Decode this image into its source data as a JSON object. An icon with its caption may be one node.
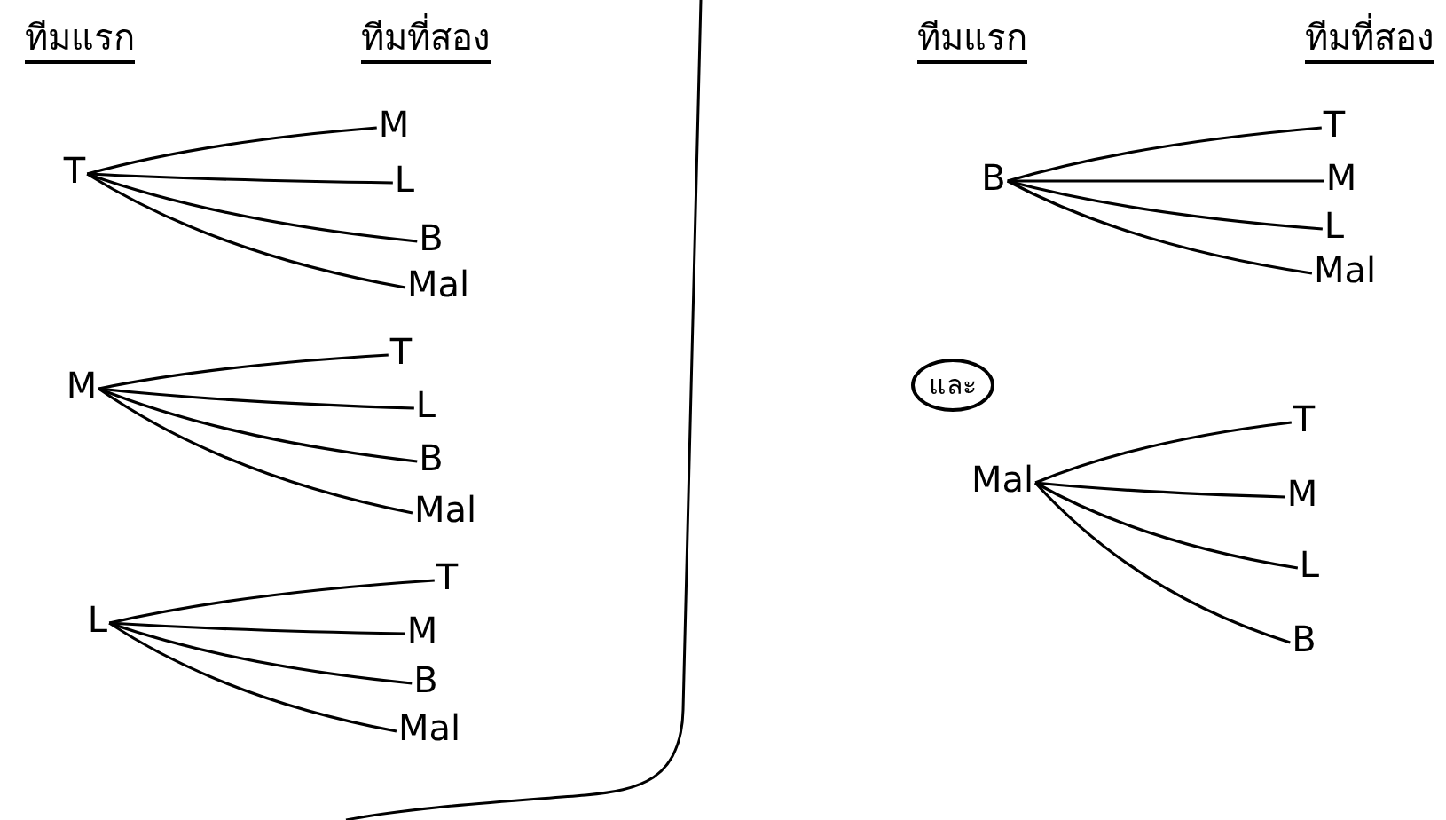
{
  "diagram": {
    "nodes": [
      {
        "text": [
          "T"
        ]
      },
      {
        "text": [
          "M"
        ]
      },
      {
        "text": [
          "L"
        ]
      },
      {
        "text": [
          "B"
        ]
      },
      {
        "text": [
          "Mal"
        ]
      },
      {
        "text": [
          "M"
        ]
      },
      {
        "text": [
          "T"
        ]
      },
      {
        "text": [
          "L"
        ]
      },
      {
        "text": [
          "B"
        ]
      },
      {
        "text": [
          "Mal"
        ]
      },
      {
        "text": [
          "L"
        ]
      },
      {
        "text": [
          "T"
        ]
      },
      {
        "text": [
          "M"
        ]
      },
      {
        "text": [
          "B"
        ]
      },
      {
        "text": [
          "Mal"
        ]
      },
      {
        "text": [
          "B"
        ]
      },
      {
        "text": [
          "T"
        ]
      },
      {
        "text": [
          "M"
        ]
      },
      {
        "text": [
          "L"
        ]
      },
      {
        "text": [
          "Mal"
        ]
      },
      {
        "text": [
          "และ"
        ]
      },
      {
        "text": [
          "Mal"
        ]
      },
      {
        "text": [
          "T"
        ]
      },
      {
        "text": [
          "M"
        ]
      },
      {
        "text": [
          "L"
        ]
      },
      {
        "text": [
          "B"
        ]
      }
    ],
    "edges": [
      {
        "from": 0,
        "to": 1,
        "arrow": "none"
      },
      {
        "from": 0,
        "to": 2,
        "arrow": "none"
      },
      {
        "from": 0,
        "to": 3,
        "arrow": "none"
      },
      {
        "from": 0,
        "to": 4,
        "arrow": "none"
      },
      {
        "from": 5,
        "to": 6,
        "arrow": "none"
      },
      {
        "from": 5,
        "to": 7,
        "arrow": "none"
      },
      {
        "from": 5,
        "to": 8,
        "arrow": "none"
      },
      {
        "from": 5,
        "to": 9,
        "arrow": "none"
      },
      {
        "from": 10,
        "to": 11,
        "arrow": "none"
      },
      {
        "from": 10,
        "to": 12,
        "arrow": "none"
      },
      {
        "from": 10,
        "to": 13,
        "arrow": "none"
      },
      {
        "from": 10,
        "to": 14,
        "arrow": "none"
      },
      {
        "from": 15,
        "to": 16,
        "arrow": "none"
      },
      {
        "from": 15,
        "to": 17,
        "arrow": "none"
      },
      {
        "from": 15,
        "to": 18,
        "arrow": "none"
      },
      {
        "from": 15,
        "to": 19,
        "arrow": "none"
      },
      {
        "from": 21,
        "to": 22,
        "arrow": "none"
      },
      {
        "from": 21,
        "to": 23,
        "arrow": "none"
      },
      {
        "from": 21,
        "to": 24,
        "arrow": "none"
      },
      {
        "from": 21,
        "to": 25,
        "arrow": "none"
      }
    ],
    "labels": [
      "ทีมแรก",
      "ทีมที่สอง",
      "ทีมแรก",
      "ทีมที่สอง"
    ]
  }
}
